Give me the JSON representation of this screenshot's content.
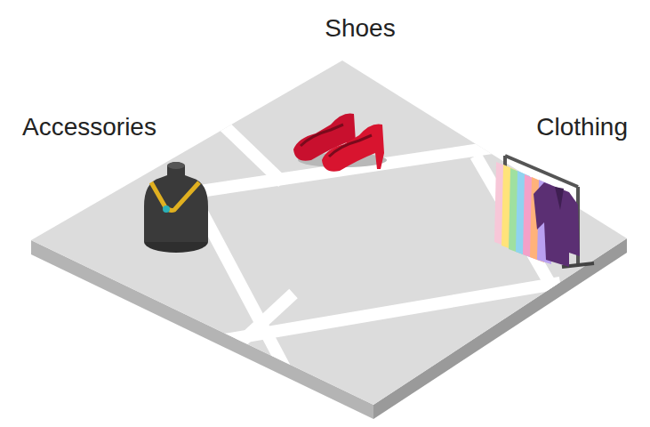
{
  "diagram": {
    "labels": [
      "Shoes",
      "Accessories",
      "Clothing"
    ]
  }
}
